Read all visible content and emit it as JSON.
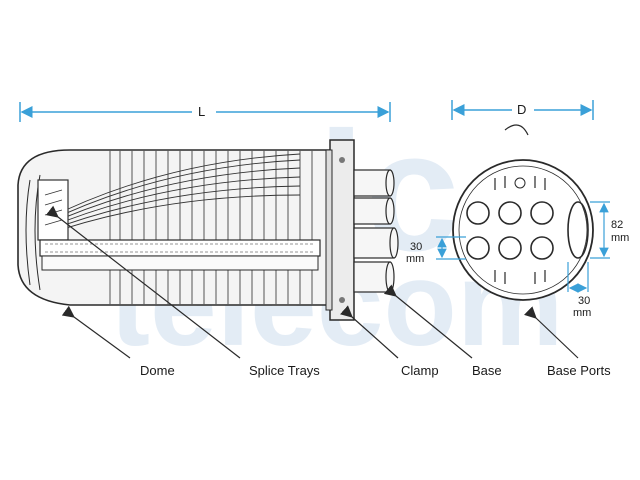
{
  "watermark": {
    "top": "unic",
    "bottom": "telecom"
  },
  "dimensions": {
    "length": "L",
    "diameter": "D",
    "port_height": "82",
    "port_height_unit": "mm",
    "port_small_a": "30",
    "port_small_a_unit": "mm",
    "port_small_b": "30",
    "port_small_b_unit": "mm"
  },
  "labels": {
    "dome": "Dome",
    "splice_trays": "Splice Trays",
    "clamp": "Clamp",
    "base": "Base",
    "base_ports": "Base Ports"
  },
  "colors": {
    "dimension_line": "#3aa0d8",
    "outline": "#2a2a2a",
    "watermark": "#dfe9f4"
  }
}
